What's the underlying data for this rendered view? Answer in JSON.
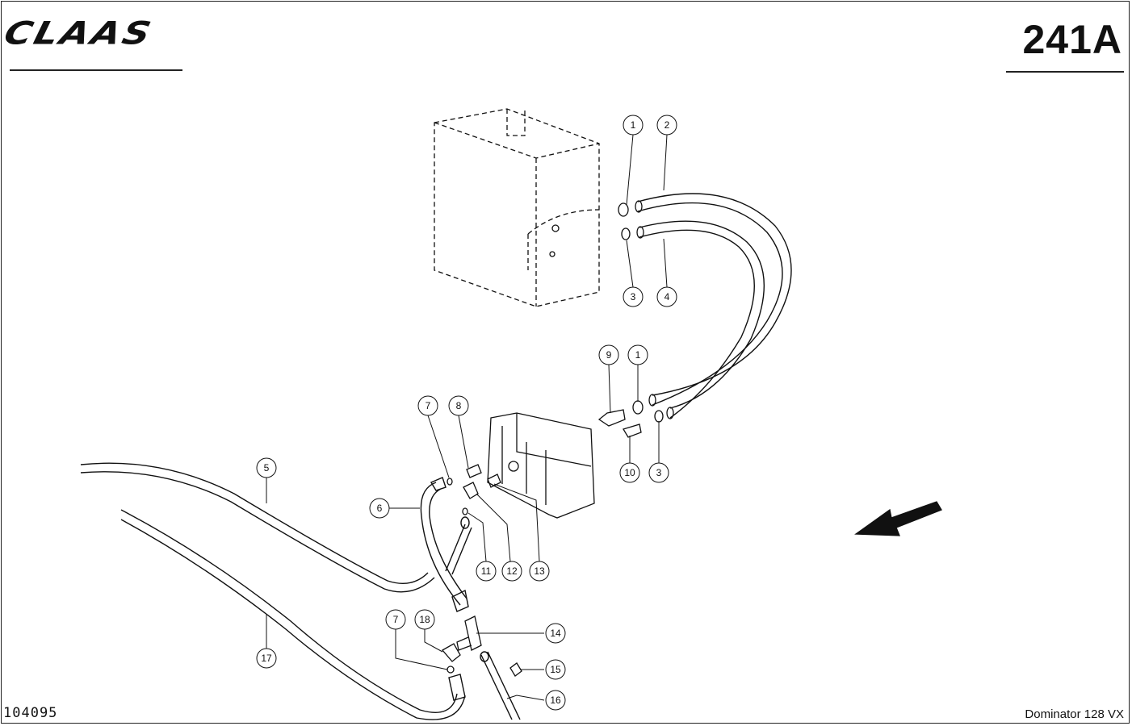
{
  "header": {
    "brand": "CLAAS",
    "page_code": "241A"
  },
  "footer": {
    "drawing_number": "104095",
    "model": "Dominator 128 VX"
  },
  "callouts": [
    "1",
    "2",
    "3",
    "4",
    "9",
    "1",
    "10",
    "3",
    "7",
    "8",
    "5",
    "6",
    "11",
    "12",
    "13",
    "14",
    "7",
    "18",
    "15",
    "16",
    "17"
  ]
}
